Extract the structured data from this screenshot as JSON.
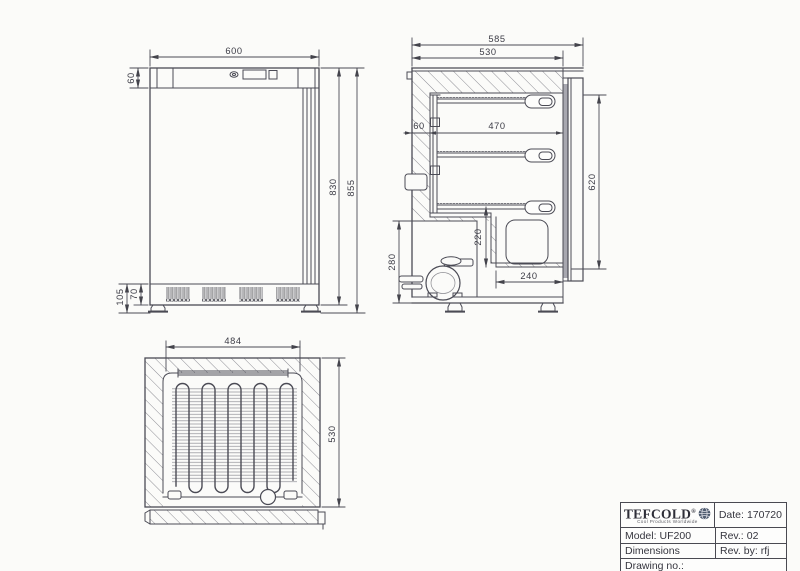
{
  "sheet": {
    "background": "#fbfbf9",
    "line_color": "#4b4b55"
  },
  "dimensions": {
    "front": {
      "width": "600",
      "panel_height": "60",
      "cabinet_height": "830",
      "total_height": "855",
      "plinth_height": "105",
      "grille_height": "70"
    },
    "side": {
      "total_depth": "585",
      "cabinet_depth": "530",
      "wall_thickness": "60",
      "interior_depth": "470",
      "interior_height": "620",
      "recess_height": "220",
      "compartment_height": "280",
      "recess_depth": "240"
    },
    "rear": {
      "condenser_width": "484",
      "cabinet_depth": "530"
    }
  },
  "title_block": {
    "brand": "TEFCOLD",
    "brand_reg": "®",
    "tagline": "Cool Products Worldwide",
    "date_label": "Date:",
    "date_value": "170720",
    "model_label": "Model:",
    "model_value": "UF200",
    "rev_label": "Rev.:",
    "rev_value": "02",
    "sheet_name": "Dimensions",
    "rev_by_label": "Rev. by:",
    "rev_by_value": "rfj",
    "drawing_no_label": "Drawing no.:"
  }
}
